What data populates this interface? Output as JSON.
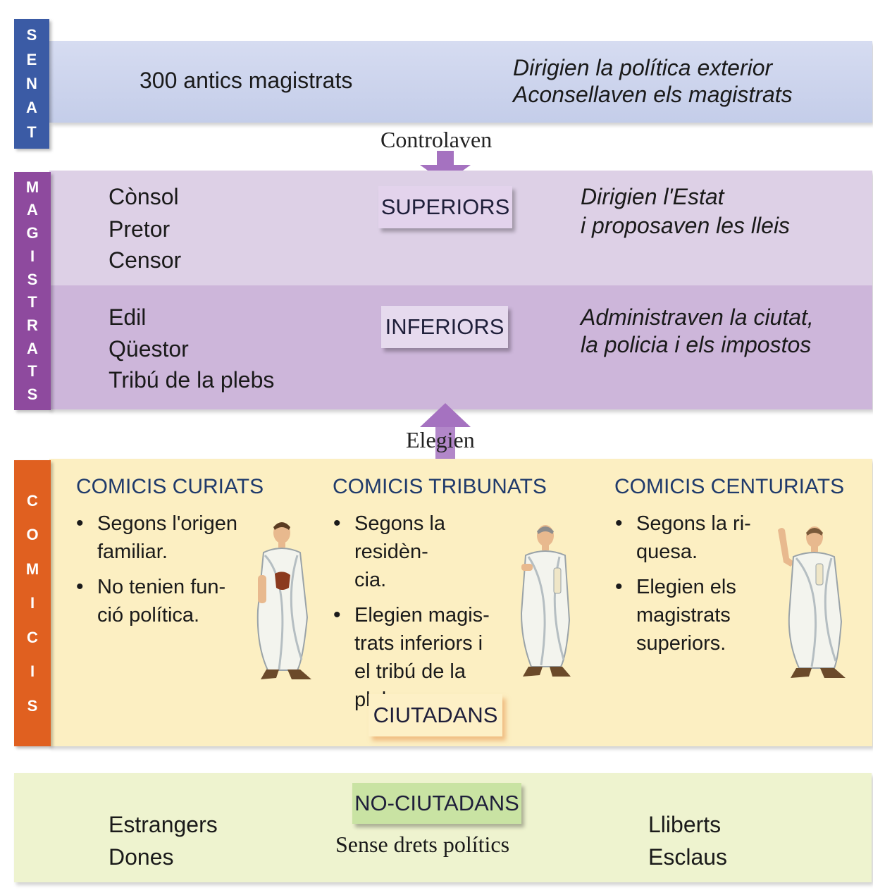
{
  "senat": {
    "side_letters": [
      "S",
      "E",
      "N",
      "A",
      "T"
    ],
    "members": "300 antics magistrats",
    "functions": [
      "Dirigien la política exterior",
      "Aconsellaven els magistrats"
    ]
  },
  "arrow_down_label": "Controlaven",
  "magistrats": {
    "side_letters": [
      "M",
      "A",
      "G",
      "I",
      "S",
      "T",
      "R",
      "A",
      "T",
      "S"
    ],
    "superiors": {
      "tag": "SUPERIORS",
      "offices": [
        "Cònsol",
        "Pretor",
        "Censor"
      ],
      "functions": [
        "Dirigien l'Estat",
        "i proposaven les lleis"
      ]
    },
    "inferiors": {
      "tag": "INFERIORS",
      "offices": [
        "Edil",
        "Qüestor",
        "Tribú de la plebs"
      ],
      "functions": [
        "Administraven la ciutat,",
        "la policia i els impostos"
      ]
    }
  },
  "arrow_up_label": "Elegien",
  "comicis": {
    "side_letters": [
      "C",
      "O",
      "M",
      "I",
      "C",
      "I",
      "S"
    ],
    "tag": "CIUTADANS",
    "columns": [
      {
        "title": "COMICIS CURIATS",
        "items": [
          "Segons l'origen\nfamiliar.",
          "No tenien fun-\nció política."
        ],
        "figure_icon": "roman-citizen-toga-icon"
      },
      {
        "title": "COMICIS TRIBUNATS",
        "items": [
          "Segons la residèn-\ncia.",
          "Elegien magis-\ntrats inferiors i\nel tribú de la\nplebs."
        ],
        "figure_icon": "roman-citizen-scroll-icon"
      },
      {
        "title": "COMICIS CENTURIATS",
        "items": [
          "Segons la ri-\nquesa.",
          "Elegien els\nmagistrats\nsuperiors."
        ],
        "figure_icon": "roman-orator-toga-icon"
      }
    ]
  },
  "no_ciutadans": {
    "tag": "NO-CIUTADANS",
    "subtitle": "Sense drets polítics",
    "left": [
      "Estrangers",
      "Dones"
    ],
    "right": [
      "Lliberts",
      "Esclaus"
    ]
  },
  "colors": {
    "senat_side": "#3b5ba5",
    "senat_band": "#ccd4ec",
    "magistrats_side": "#8e4a9e",
    "superiors_band": "#ddd0e6",
    "inferiors_band": "#cdb6da",
    "arrow": "#a572c0",
    "comicis_side": "#e06020",
    "comicis_band": "#fcefc2",
    "no_ciutadans_band": "#eef3cf",
    "no_ciutadans_tag": "#c9e3a3"
  }
}
